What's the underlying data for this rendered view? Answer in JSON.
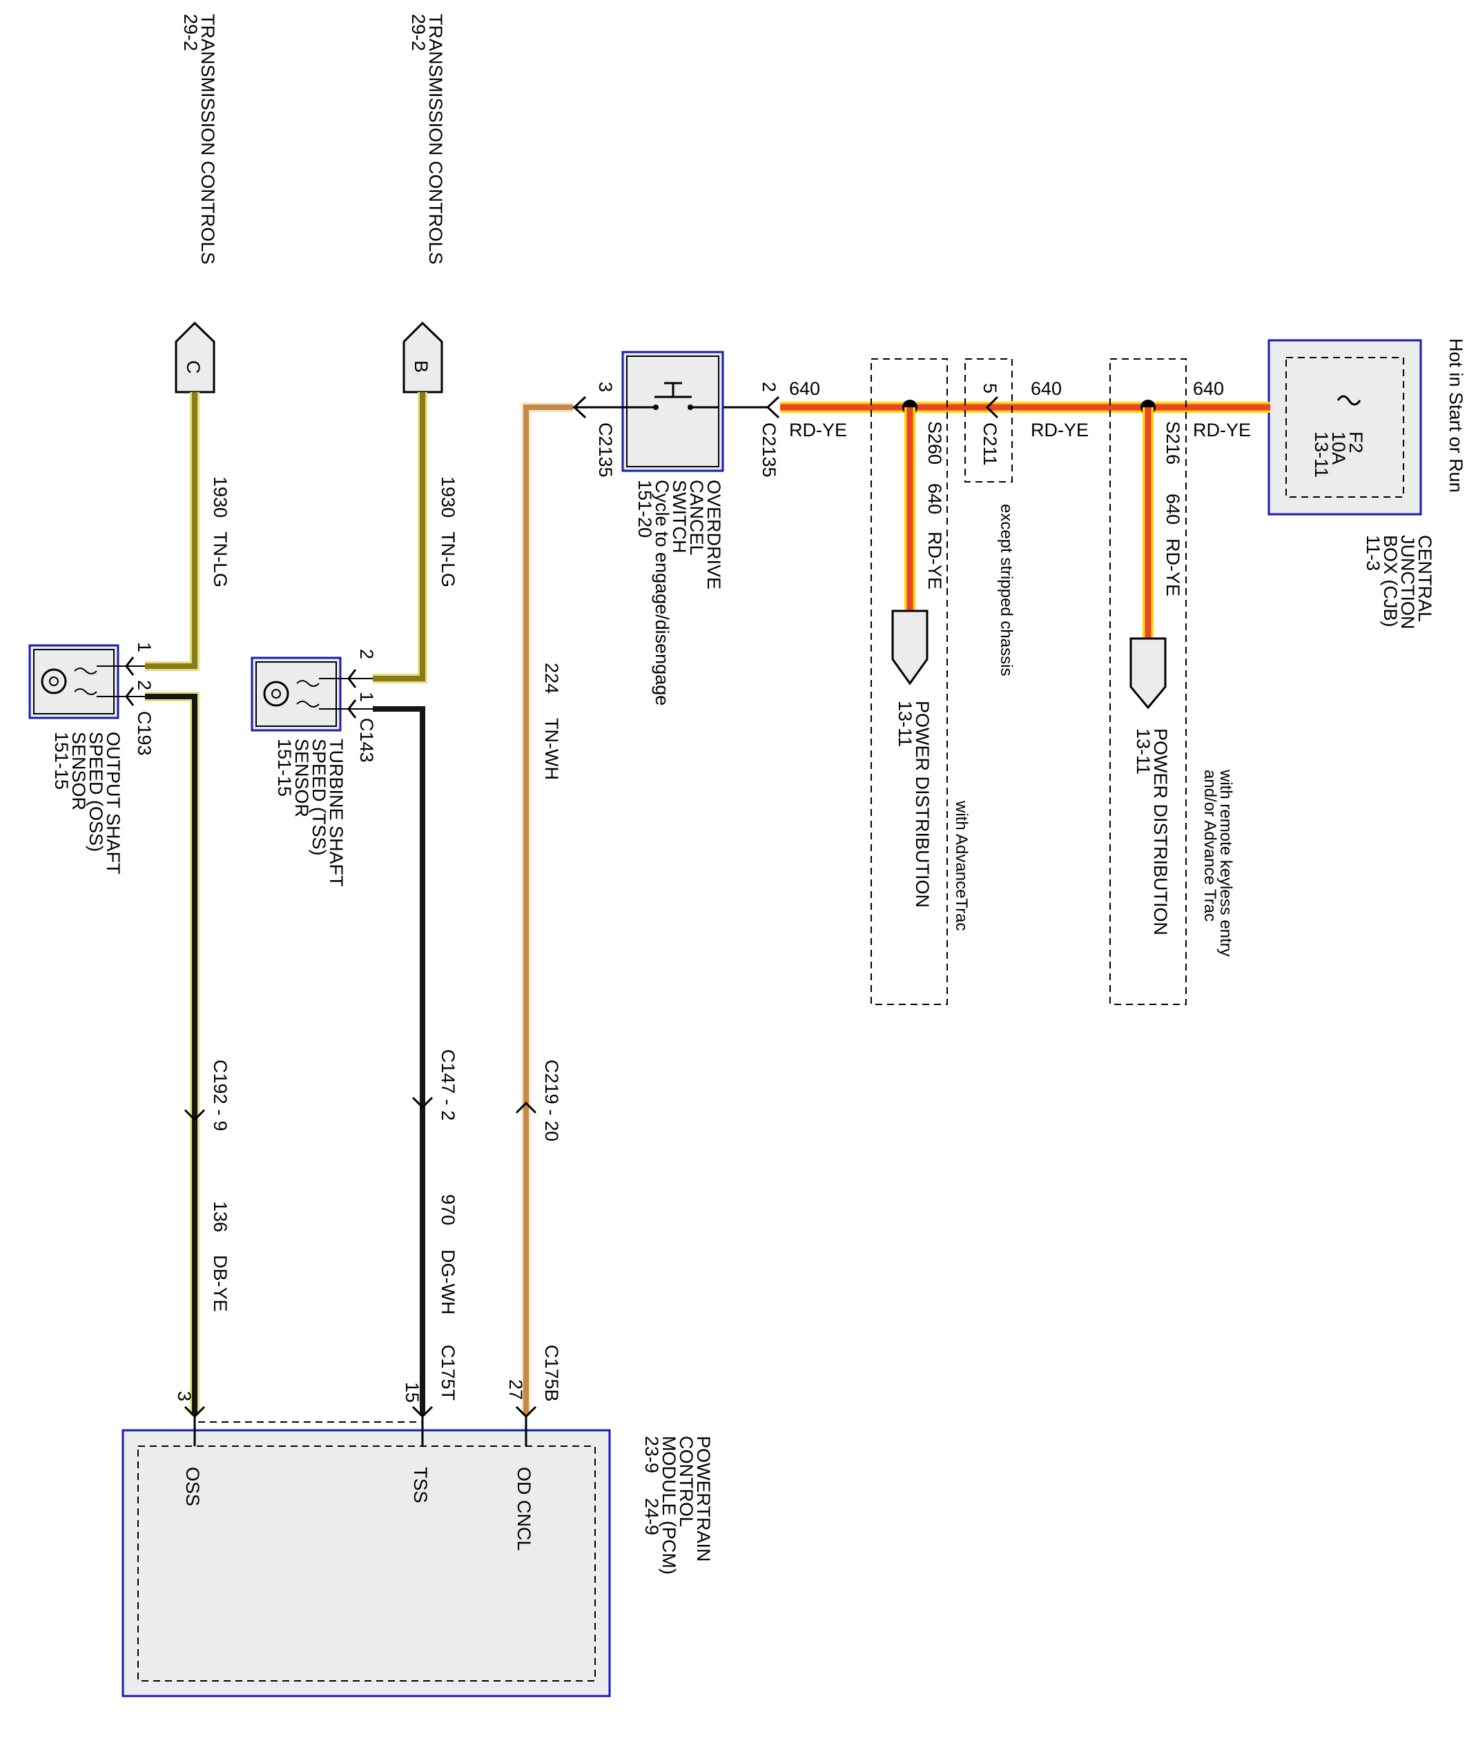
{
  "title": "",
  "refs": {
    "trans_c": {
      "title": "TRANSMISSION CONTROLS",
      "page": "29-2",
      "connector": "C"
    },
    "trans_b": {
      "title": "TRANSMISSION CONTROLS",
      "page": "29-2",
      "connector": "B"
    }
  },
  "hot_label": "Hot in Start or Run",
  "cjb": {
    "fuse": "F2",
    "amps": "10A",
    "page": "13-11",
    "l1": "CENTRAL",
    "l2": "JUNCTION",
    "l3": "BOX (CJB)",
    "l4": "11-3"
  },
  "circuit_640": {
    "number": "640",
    "color": "RD-YE"
  },
  "splice_s216": {
    "id": "S216",
    "circuit": "640",
    "color": "RD-YE"
  },
  "splice_s260": {
    "id": "S260",
    "circuit": "640",
    "color": "RD-YE"
  },
  "power_dist": {
    "label": "POWER DISTRIBUTION",
    "page": "13-11"
  },
  "note_remote": {
    "l1": "with remote keyless entry",
    "l2": "and/or Advance Trac"
  },
  "note_advancetrac": "with AdvanceTrac",
  "note_stripped": "except stripped chassis",
  "c211": {
    "id": "C211",
    "pin": "5"
  },
  "od_switch": {
    "l1": "OVERDRIVE",
    "l2": "CANCEL",
    "l3": "SWITCH",
    "l4": "Cycle to engage/disengage",
    "l5": "151-20",
    "conn": "C2135",
    "pin_in": "2",
    "pin_out": "3"
  },
  "circuit_224": {
    "number": "224",
    "color": "TN-WH"
  },
  "circuit_1930": {
    "number": "1930",
    "color": "TN-LG"
  },
  "circuit_970": {
    "number": "970",
    "color": "DG-WH"
  },
  "circuit_136": {
    "number": "136",
    "color": "DB-YE"
  },
  "tss": {
    "l1": "TURBINE SHAFT",
    "l2": "SPEED (TSS)",
    "l3": "SENSOR",
    "l4": "151-15",
    "conn": "C143",
    "pin_a": "2",
    "pin_b": "1"
  },
  "oss": {
    "l1": "OUTPUT SHAFT",
    "l2": "SPEED (OSS)",
    "l3": "SENSOR",
    "l4": "151-15",
    "conn": "C193",
    "pin_a": "1",
    "pin_b": "2"
  },
  "inline": {
    "c219": "C219 - 20",
    "c147": "C147 - 2",
    "c192": "C192 - 9"
  },
  "pcm": {
    "l1": "POWERTRAIN",
    "l2": "CONTROL",
    "l3": "MODULE (PCM)",
    "l4": "23-9",
    "l5": "24-9",
    "c175b": "C175B",
    "c175t": "C175T",
    "pin_odcncl": "27",
    "pin_tss": "15",
    "pin_oss": "3",
    "sig_odcncl": "OD CNCL",
    "sig_tss": "TSS",
    "sig_oss": "OSS"
  },
  "colors": {
    "rd_ye_core": "#e8462b",
    "rd_ye_edge": "#ffd400",
    "tn_lg": "#8a7a1c",
    "tn_wh": "#c4884a",
    "dark": "#151515",
    "box_blue": "#1a1ab8"
  }
}
